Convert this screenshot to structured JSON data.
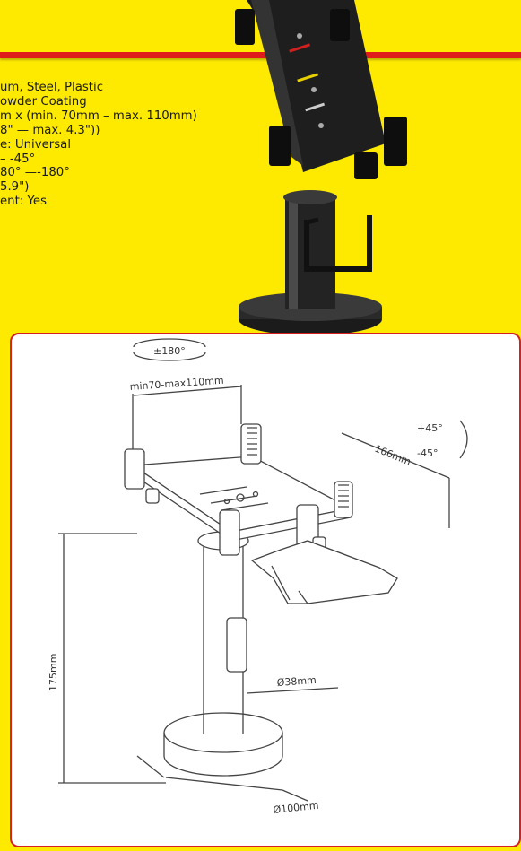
{
  "specs": [
    "um, Steel, Plastic",
    "owder Coating",
    "m x (min. 70mm – max. 110mm)",
    "8\" — max. 4.3\"))",
    "e: Universal",
    "– -45°",
    "80° —-180°",
    "5.9\")",
    "ent: Yes"
  ],
  "diagram": {
    "rotation_label": "±180°",
    "width_label": "min70-max110mm",
    "tilt_up": "+45°",
    "tilt_down": "-45°",
    "depth_label": "166mm",
    "height_label": "175mm",
    "pole_label": "Ø38mm",
    "base_label": "Ø100mm"
  },
  "colors": {
    "background": "#fdea00",
    "band": "#e01b1b",
    "panel_border": "#d42020"
  }
}
